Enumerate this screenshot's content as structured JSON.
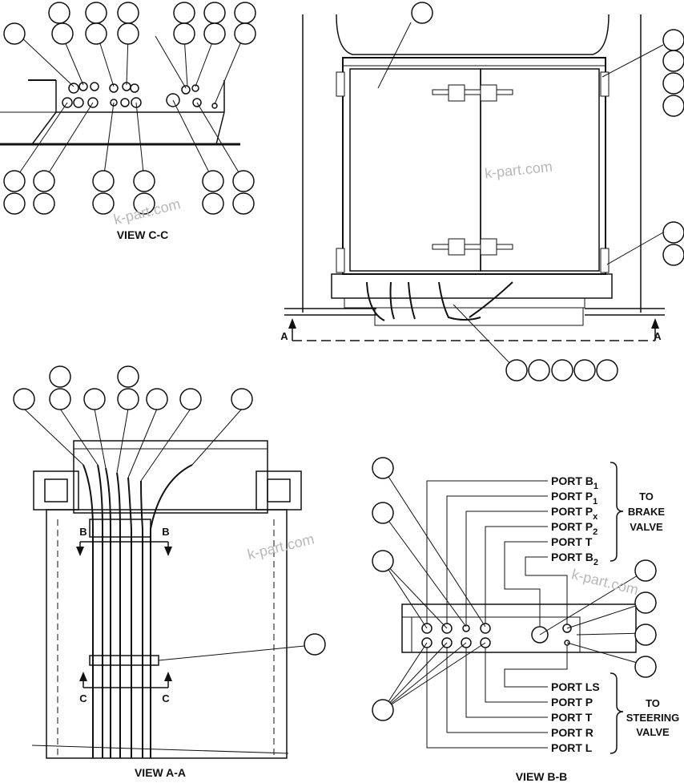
{
  "views": {
    "cc": "VIEW C-C",
    "aa": "VIEW A-A",
    "bb": "VIEW B-B"
  },
  "section_marks": {
    "a": "A",
    "b": "B",
    "c": "C"
  },
  "watermark": "k-part.com",
  "brake_ports": [
    {
      "main": "PORT B",
      "sub": "1"
    },
    {
      "main": "PORT P",
      "sub": "1"
    },
    {
      "main": "PORT P",
      "sub": "x"
    },
    {
      "main": "PORT P",
      "sub": "2"
    },
    {
      "main": "PORT T",
      "sub": ""
    },
    {
      "main": "PORT B",
      "sub": "2"
    }
  ],
  "steering_ports": [
    "PORT LS",
    "PORT P",
    "PORT T",
    "PORT R",
    "PORT L"
  ],
  "groups": {
    "brake": [
      "TO",
      "BRAKE",
      "VALVE"
    ],
    "steering": [
      "TO",
      "STEERING",
      "VALVE"
    ]
  },
  "colors": {
    "line": "#111111",
    "paper": "#ffffff",
    "watermark": "#b8b8b8"
  }
}
